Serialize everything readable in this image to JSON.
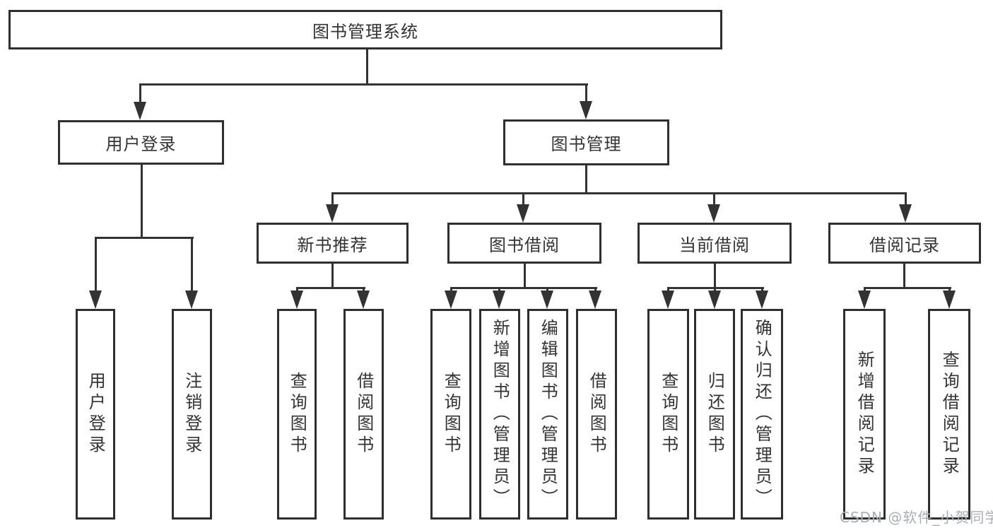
{
  "tree": {
    "label": "图书管理系统",
    "children": [
      {
        "label": "用户登录",
        "children": [
          {
            "label": "用户登录"
          },
          {
            "label": "注销登录"
          }
        ]
      },
      {
        "label": "图书管理",
        "children": [
          {
            "label": "新书推荐",
            "children": [
              {
                "label": "查询图书"
              },
              {
                "label": "借阅图书"
              }
            ]
          },
          {
            "label": "图书借阅",
            "children": [
              {
                "label": "查询图书"
              },
              {
                "label": "新增图书（管理员）"
              },
              {
                "label": "编辑图书（管理员）"
              },
              {
                "label": "借阅图书"
              }
            ]
          },
          {
            "label": "当前借阅",
            "children": [
              {
                "label": "查询图书"
              },
              {
                "label": "归还图书"
              },
              {
                "label": "确认归还（管理员）"
              }
            ]
          },
          {
            "label": "借阅记录",
            "children": [
              {
                "label": "新增借阅记录"
              },
              {
                "label": "查询借阅记录"
              }
            ]
          }
        ]
      }
    ]
  },
  "watermark": {
    "text": "CSDN @软件_小贺同学"
  },
  "colors": {
    "line": "#333333",
    "border": "#2f2f2f",
    "text": "#333333",
    "watermark": "#a9aeb6",
    "background": "#ffffff"
  }
}
